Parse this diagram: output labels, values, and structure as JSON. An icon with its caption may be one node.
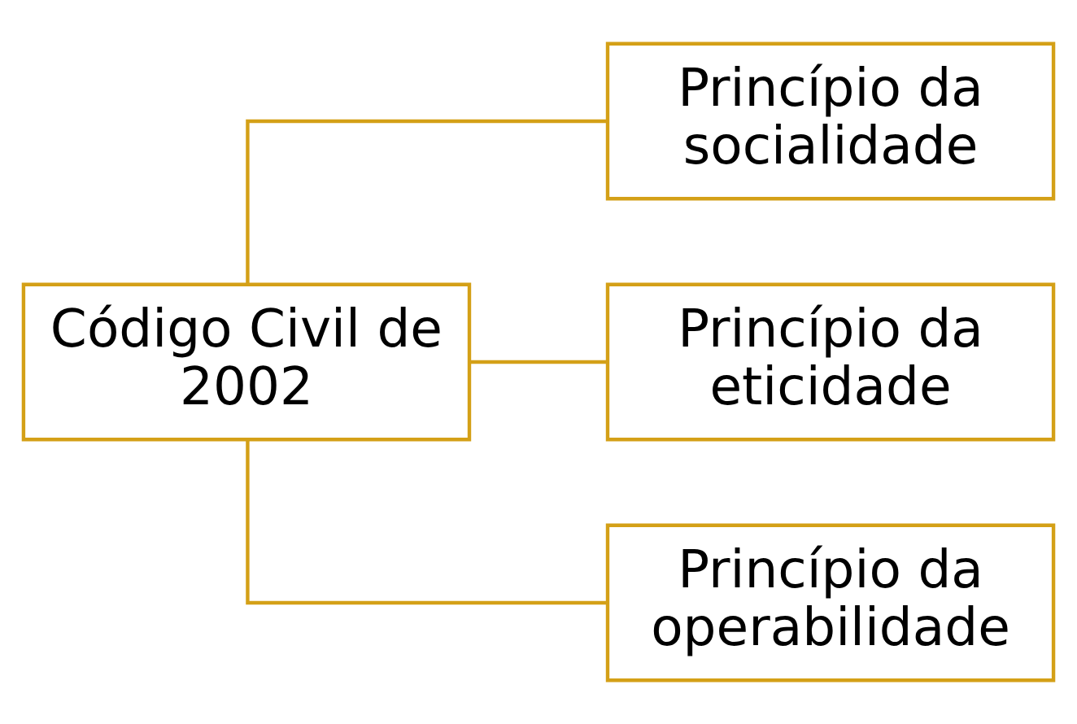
{
  "diagram": {
    "nodes": [
      {
        "text": [
          "Código Civil de 2002"
        ]
      },
      {
        "text": [
          "Princípio da socialidade"
        ]
      },
      {
        "text": [
          "Princípio da eticidade"
        ]
      },
      {
        "text": [
          "Princípio da operabilidade"
        ]
      }
    ],
    "edges": [
      {
        "from": 0,
        "to": 1,
        "arrow": "none"
      },
      {
        "from": 0,
        "to": 2,
        "arrow": "none"
      },
      {
        "from": 0,
        "to": 3,
        "arrow": "none"
      }
    ]
  }
}
